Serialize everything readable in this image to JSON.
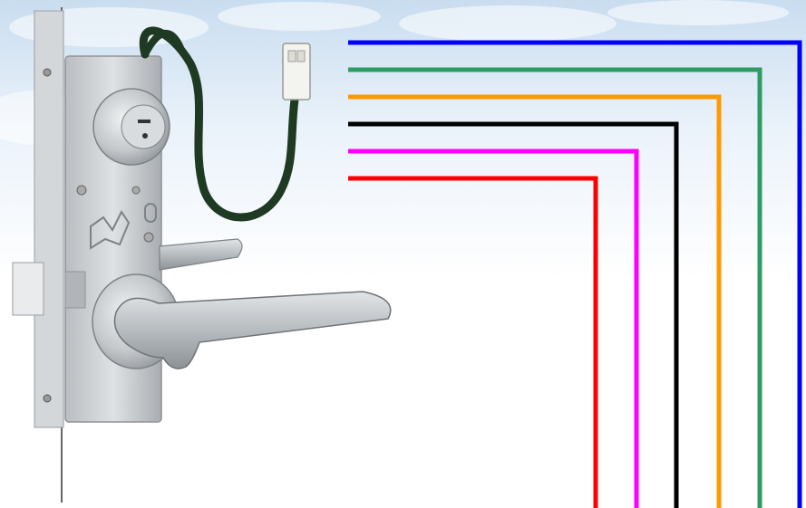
{
  "scene": {
    "colors": {
      "sky_top": "#c9ddf0",
      "sky_mid": "#eaf2fa",
      "background": "#ffffff",
      "lock_body": "#c6c9cc",
      "lock_shadow": "#8f9498",
      "cable": "#1e3a22"
    }
  },
  "lock": {
    "icon": "mortise-lock-with-lever-handle-icon",
    "keyhole_icon": "key-cylinder-icon",
    "connector_icon": "cable-connector-icon"
  },
  "wires": [
    {
      "name": "blue",
      "color": "#0000ff"
    },
    {
      "name": "green",
      "color": "#2e9b64"
    },
    {
      "name": "orange",
      "color": "#ff9900"
    },
    {
      "name": "black",
      "color": "#000000"
    },
    {
      "name": "magenta",
      "color": "#ff00ff"
    },
    {
      "name": "red",
      "color": "#ff0000"
    }
  ]
}
